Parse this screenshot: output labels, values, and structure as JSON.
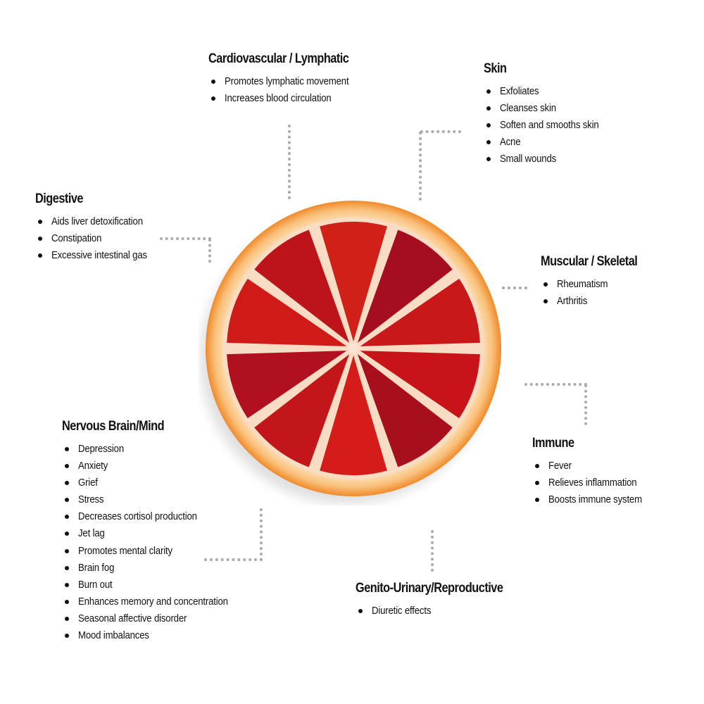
{
  "sections": {
    "cardio": {
      "title": "Cardiovascular / Lymphatic",
      "items": [
        "Promotes lymphatic movement",
        "Increases blood circulation"
      ]
    },
    "skin": {
      "title": "Skin",
      "items": [
        "Exfoliates",
        "Cleanses skin",
        "Soften and smooths skin",
        "Acne",
        "Small wounds"
      ]
    },
    "digestive": {
      "title": "Digestive",
      "items": [
        "Aids liver detoxification",
        "Constipation",
        "Excessive intestinal gas"
      ]
    },
    "muscular": {
      "title": "Muscular / Skeletal",
      "items": [
        "Rheumatism",
        "Arthritis"
      ]
    },
    "immune": {
      "title": "Immune",
      "items": [
        "Fever",
        "Relieves inflammation",
        "Boosts immune system"
      ]
    },
    "genito": {
      "title": "Genito-Urinary/Reproductive",
      "items": [
        "Diuretic effects"
      ]
    },
    "nervous": {
      "title": "Nervous Brain/Mind",
      "items": [
        "Depression",
        "Anxiety",
        "Grief",
        "Stress",
        "Decreases cortisol production",
        "Jet lag",
        "Promotes mental clarity",
        "Brain fog",
        "Burn out",
        "Enhances memory and concentration",
        "Seasonal affective disorder",
        "Mood imbalances"
      ]
    }
  },
  "colors": {
    "rind": "#f39a3a",
    "pith": "#fbd9a8",
    "flesh": "#c8141a",
    "connector": "#a9a9a9"
  }
}
